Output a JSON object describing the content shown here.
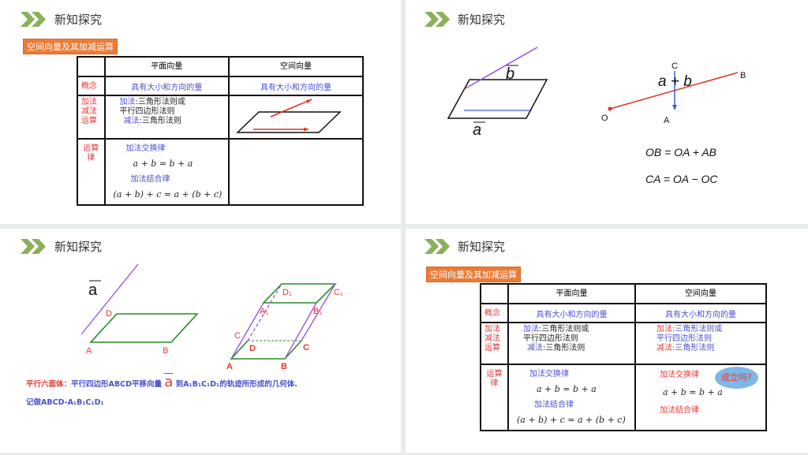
{
  "slides": [
    {
      "title": "新知探究",
      "tag": "空间向量及其加减运算",
      "table": {
        "headers": [
          "平面向量",
          "空间向量"
        ],
        "rows": {
          "concept": {
            "label": "概念",
            "plane": "具有大小和方向的量",
            "space": "具有大小和方向的量"
          },
          "addsub": {
            "label": "加法减法运算",
            "plane_add_prefix": "加法",
            "plane_add": ":三角形法则或",
            "plane_add2": "平行四边形法则",
            "plane_sub_prefix": "减法",
            "plane_sub": ":三角形法则"
          },
          "laws": {
            "label": "运算律",
            "comm": "加法交换律",
            "comm_eq": "a + b = b + a",
            "assoc": "加法结合律",
            "assoc_eq": "(a + b) + c = a + (b + c)"
          }
        }
      }
    },
    {
      "title": "新知探究",
      "labels": {
        "b": "b",
        "a": "a",
        "C": "C",
        "B": "B",
        "O": "O",
        "A": "A",
        "sum": "a + b"
      },
      "eq1": "OB = OA + AB",
      "eq2": "CA = OA − OC"
    },
    {
      "title": "新知探究",
      "labels": {
        "a": "a",
        "A": "A",
        "B": "B",
        "D": "D",
        "C": "C",
        "A1": "A₁",
        "B1": "B₁",
        "C1": "C₁",
        "D1": "D₁"
      },
      "def_term": "平行六面体：",
      "def_text1": "平行四边形ABCD平移向量",
      "def_vec": "a",
      "def_text2": "到A₁B₁C₁D₁的轨迹所形成的几何体.",
      "notation": "记做ABCD-A₁B₁C₁D₁"
    },
    {
      "title": "新知探究",
      "tag": "空间向量及其加减运算",
      "table": {
        "headers": [
          "平面向量",
          "空间向量"
        ],
        "concept": {
          "label": "概念",
          "plane": "具有大小和方向的量",
          "space": "具有大小和方向的量"
        },
        "addsub": {
          "label": "加法减法运算",
          "plane_add_prefix": "加法",
          "plane_add": ":三角形法则或",
          "plane_add2": "平行四边形法则",
          "plane_sub_prefix": "减法",
          "plane_sub": ":三角形法则",
          "space_add_prefix": "加法",
          "space_add": ":三角形法则或",
          "space_add2": "平行四边形法则",
          "space_sub_prefix": "减法",
          "space_sub": ":三角形法则"
        },
        "laws": {
          "label": "运算律",
          "comm": "加法交换律",
          "comm_eq": "a + b = b + a",
          "assoc": "加法结合律",
          "assoc_eq": "(a + b) + c = a + (b + c)",
          "space_comm": "加法交换律",
          "space_comm_eq": "a + b = b + a",
          "space_assoc": "加法结合律",
          "cloud": "成立吗?"
        }
      }
    }
  ],
  "colors": {
    "chevron": "#8bb05a",
    "tag": "#ec7b35",
    "red": "#e53935",
    "blue": "#4a4fd0",
    "green": "#2a8a2a",
    "purple": "#9b4ce0"
  }
}
